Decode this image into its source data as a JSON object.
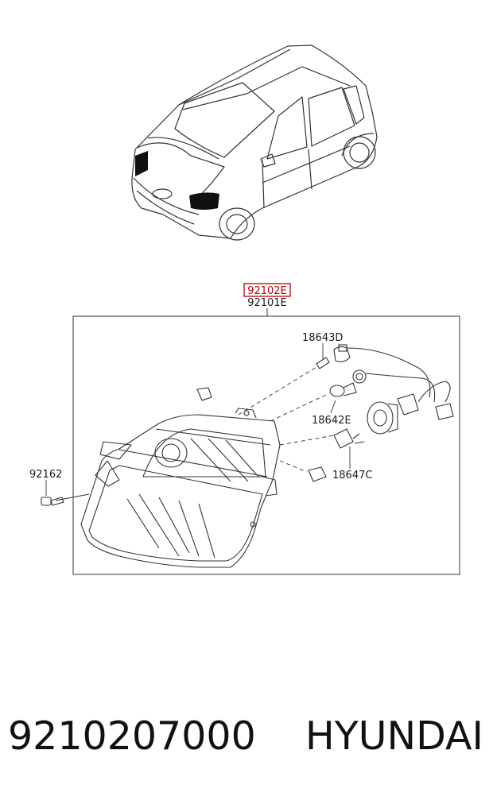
{
  "diagram": {
    "highlighted_part": "92102E",
    "assembly_part": "92101E",
    "callouts": {
      "socket_d": "18643D",
      "bulb_e": "18642E",
      "bulb_c": "18647C",
      "screw": "92162"
    }
  },
  "footer": {
    "part_number": "9210207000",
    "brand": "HYUNDAI"
  },
  "colors": {
    "highlight": "#c00000",
    "line": "#333333"
  }
}
